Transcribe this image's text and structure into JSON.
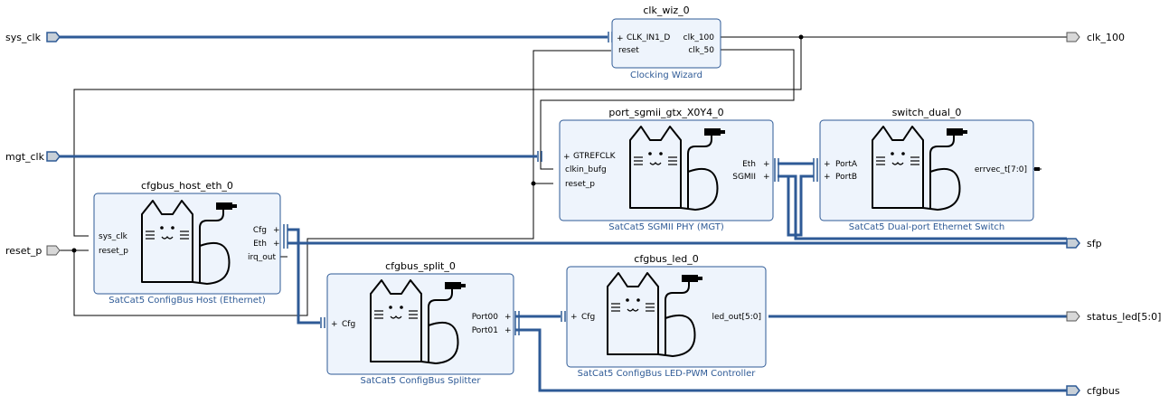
{
  "ports": {
    "sys_clk": "sys_clk",
    "mgt_clk": "mgt_clk",
    "reset_p": "reset_p",
    "clk_100": "clk_100",
    "sfp": "sfp",
    "status_led": "status_led[5:0]",
    "cfgbus": "cfgbus"
  },
  "blocks": {
    "clk_wiz": {
      "name": "clk_wiz_0",
      "subtitle": "Clocking Wizard",
      "pins": {
        "clk_in": "CLK_IN1_D",
        "reset": "reset",
        "clk_100": "clk_100",
        "clk_50": "clk_50"
      }
    },
    "sgmii": {
      "name": "port_sgmii_gtx_X0Y4_0",
      "subtitle": "SatCat5 SGMII PHY (MGT)",
      "pins": {
        "gtrefclk": "GTREFCLK",
        "clkin_bufg": "clkin_bufg",
        "reset_p": "reset_p",
        "eth": "Eth",
        "sgmii": "SGMII"
      }
    },
    "switch": {
      "name": "switch_dual_0",
      "subtitle": "SatCat5 Dual-port Ethernet Switch",
      "pins": {
        "porta": "PortA",
        "portb": "PortB",
        "errvec": "errvec_t[7:0]"
      }
    },
    "host": {
      "name": "cfgbus_host_eth_0",
      "subtitle": "SatCat5 ConfigBus Host (Ethernet)",
      "pins": {
        "sys_clk": "sys_clk",
        "reset_p": "reset_p",
        "cfg": "Cfg",
        "eth": "Eth",
        "irq_out": "irq_out"
      }
    },
    "split": {
      "name": "cfgbus_split_0",
      "subtitle": "SatCat5 ConfigBus Splitter",
      "pins": {
        "cfg": "Cfg",
        "port00": "Port00",
        "port01": "Port01"
      }
    },
    "led": {
      "name": "cfgbus_led_0",
      "subtitle": "SatCat5 ConfigBus LED-PWM Controller",
      "pins": {
        "cfg": "Cfg",
        "led_out": "led_out[5:0]"
      }
    }
  }
}
